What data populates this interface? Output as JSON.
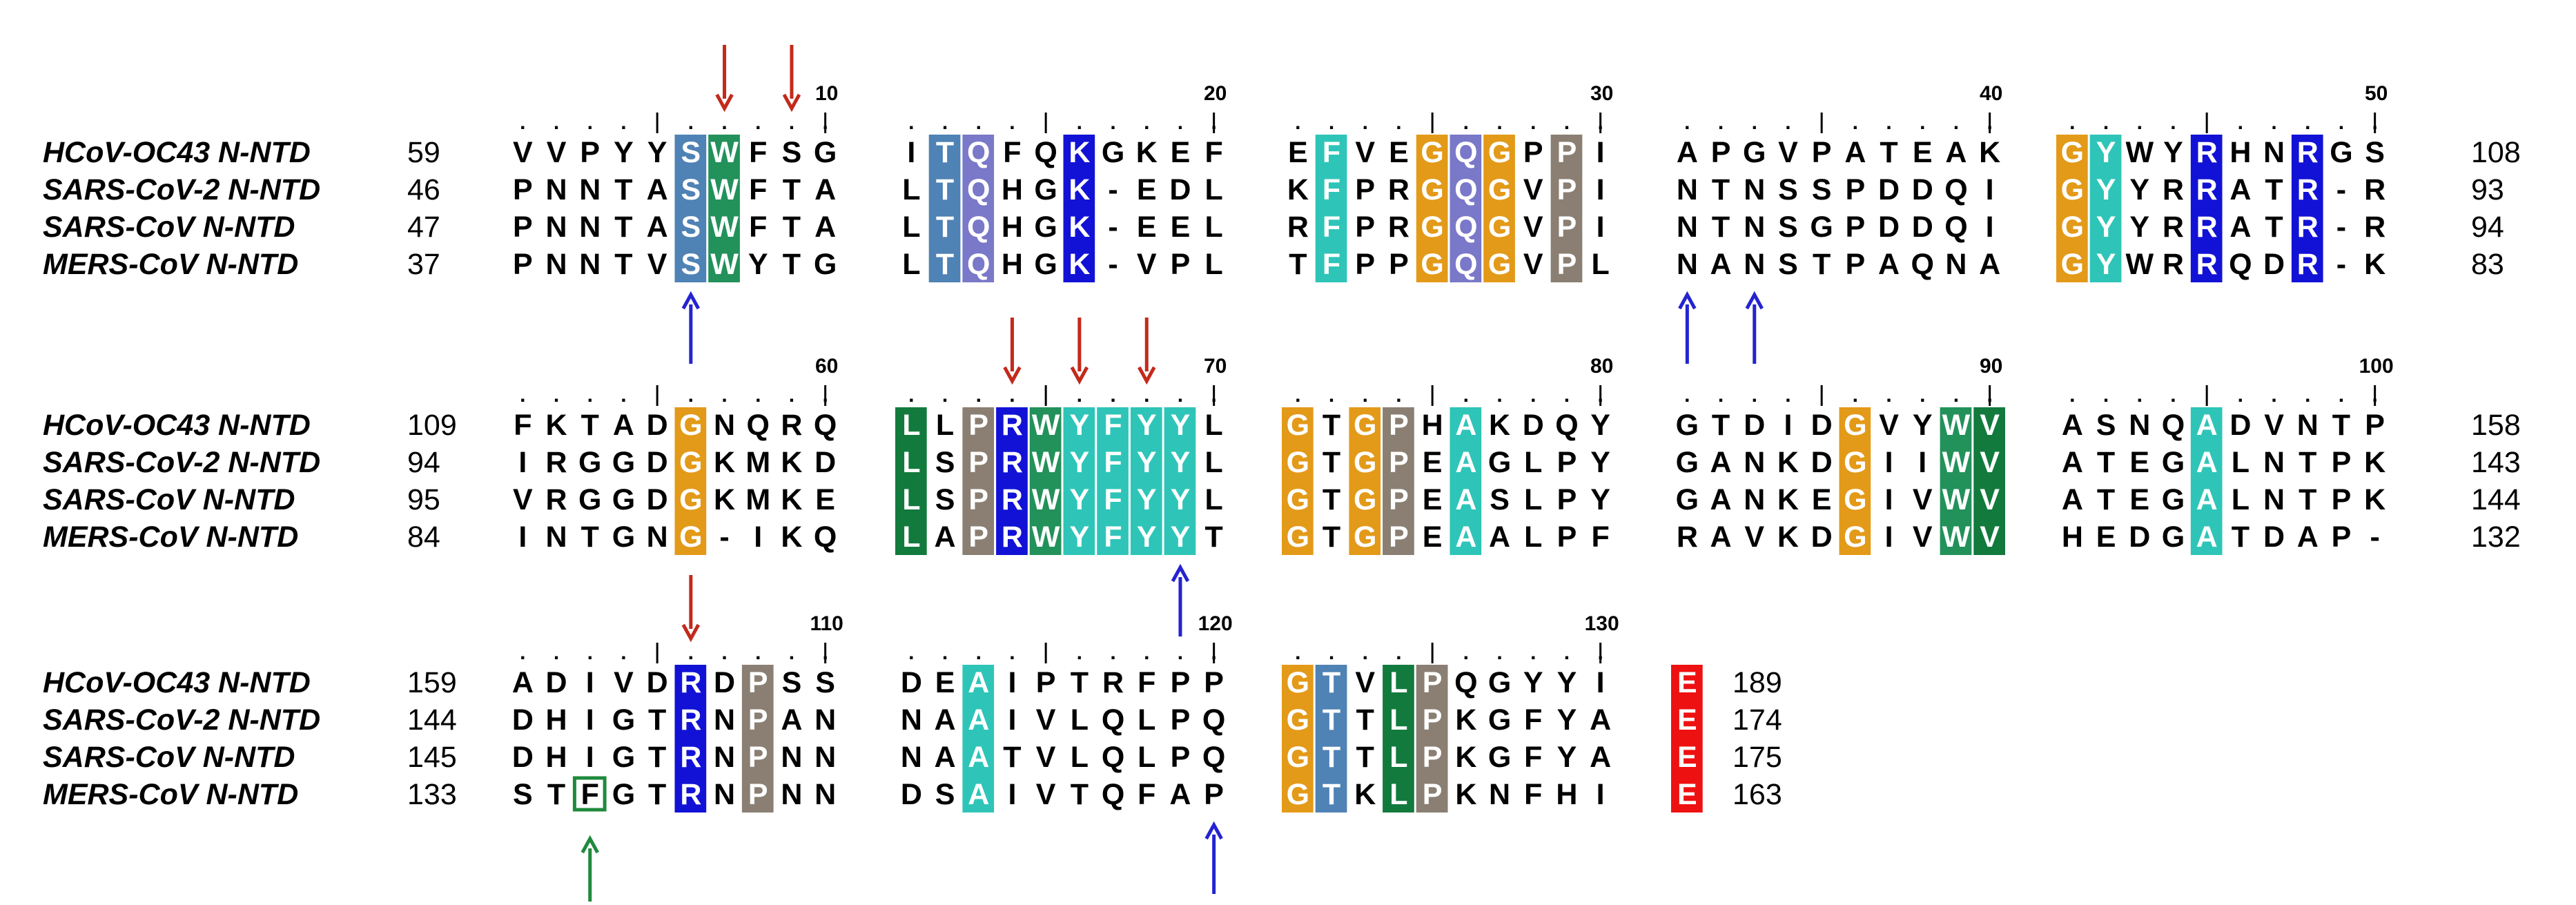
{
  "colors": {
    "orange": "#e39a19",
    "cyan": "#2ec5b8",
    "green": "#22915a",
    "darkgreen": "#127a3d",
    "steel": "#4f82b5",
    "purple": "#7a78c8",
    "blue": "#1212d6",
    "gray": "#8a7f72",
    "red": "#ee1111",
    "arrow_red": "#c32a1b",
    "arrow_blue": "#2424d0",
    "arrow_green": "#1f8a3c"
  },
  "blocks": [
    {
      "names": [
        "HCoV-OC43 N-NTD",
        "SARS-CoV-2 N-NTD",
        "SARS-CoV N-NTD",
        "MERS-CoV N-NTD"
      ],
      "starts": [
        "59",
        "46",
        "47",
        "37"
      ],
      "ends": [
        "108",
        "93",
        "94",
        "83"
      ],
      "groups": [
        [
          "VVPYYSWFSG",
          "PNNTASWFTA",
          "PNNTASWFTA",
          "PNNTVSWYTG"
        ],
        [
          "ITQFQKGKEF",
          "LTQHGK-EDL",
          "LTQHGK-EEL",
          "LTQHGK-VPL"
        ],
        [
          "EFVEGQGPPI",
          "KFPRGQGVPI",
          "RFPRGQGVPI",
          "TFPPGQGVPL"
        ],
        [
          "APGVPATEAK",
          "NTNSSPDDQI",
          "NTNSGPDDQI",
          "NANSTPAQNA"
        ],
        [
          "GYWYRHNRGS",
          "GYYRRATR-R",
          "GYYRRATR-R",
          "GYWRRQDR-K"
        ]
      ],
      "ruler": [
        "10",
        "20",
        "30",
        "40",
        "50"
      ],
      "highlights": [
        {
          "col": 5,
          "color": "steel"
        },
        {
          "col": 6,
          "color": "green"
        },
        {
          "col": 11,
          "color": "steel"
        },
        {
          "col": 12,
          "color": "purple"
        },
        {
          "col": 15,
          "color": "blue"
        },
        {
          "col": 21,
          "color": "cyan"
        },
        {
          "col": 24,
          "color": "orange"
        },
        {
          "col": 25,
          "color": "purple"
        },
        {
          "col": 26,
          "color": "orange"
        },
        {
          "col": 28,
          "color": "gray"
        },
        {
          "col": 40,
          "color": "orange"
        },
        {
          "col": 41,
          "color": "cyan"
        },
        {
          "col": 44,
          "color": "blue"
        },
        {
          "col": 47,
          "color": "blue"
        }
      ],
      "arrows_top": [
        {
          "col": 6,
          "color": "arrow_red"
        },
        {
          "col": 8,
          "color": "arrow_red"
        }
      ],
      "arrows_bottom": [
        {
          "col": 5,
          "color": "arrow_blue"
        },
        {
          "col": 30,
          "color": "arrow_blue"
        },
        {
          "col": 32,
          "color": "arrow_blue"
        }
      ]
    },
    {
      "names": [
        "HCoV-OC43 N-NTD",
        "SARS-CoV-2 N-NTD",
        "SARS-CoV N-NTD",
        "MERS-CoV N-NTD"
      ],
      "starts": [
        "109",
        "94",
        "95",
        "84"
      ],
      "ends": [
        "158",
        "143",
        "144",
        "132"
      ],
      "groups": [
        [
          "FKTADGNQRQ",
          "IRGGDGKMKD",
          "VRGGDGKMKE",
          "INTGNG-IKQ"
        ],
        [
          "LLPRWYFYYL",
          "LSPRWYFYYL",
          "LSPRWYFYYL",
          "LAPRWYFYYT"
        ],
        [
          "GTGPHAKDQY",
          "GTGPEAGLPY",
          "GTGPEASLPY",
          "GTGPEAALPF"
        ],
        [
          "GTDIDGVYWV",
          "GANKDGIIWV",
          "GANKEGIVWV",
          "RAVKDGIVWV"
        ],
        [
          "ASNQADVNTP",
          "ATEGALNTPK",
          "ATEGALNTPK",
          "HEDGATDAP-"
        ]
      ],
      "ruler": [
        "60",
        "70",
        "80",
        "90",
        "100"
      ],
      "highlights": [
        {
          "col": 5,
          "color": "orange"
        },
        {
          "col": 10,
          "color": "darkgreen"
        },
        {
          "col": 12,
          "color": "gray"
        },
        {
          "col": 13,
          "color": "blue"
        },
        {
          "col": 14,
          "color": "green"
        },
        {
          "col": 15,
          "color": "cyan"
        },
        {
          "col": 16,
          "color": "cyan"
        },
        {
          "col": 17,
          "color": "cyan"
        },
        {
          "col": 18,
          "color": "cyan"
        },
        {
          "col": 20,
          "color": "orange"
        },
        {
          "col": 22,
          "color": "orange"
        },
        {
          "col": 23,
          "color": "gray"
        },
        {
          "col": 25,
          "color": "cyan"
        },
        {
          "col": 35,
          "color": "orange"
        },
        {
          "col": 38,
          "color": "green"
        },
        {
          "col": 39,
          "color": "darkgreen"
        },
        {
          "col": 44,
          "color": "cyan"
        }
      ],
      "arrows_top": [
        {
          "col": 13,
          "color": "arrow_red"
        },
        {
          "col": 15,
          "color": "arrow_red"
        },
        {
          "col": 17,
          "color": "arrow_red"
        }
      ],
      "arrows_bottom": [
        {
          "col": 18,
          "color": "arrow_blue"
        }
      ]
    },
    {
      "names": [
        "HCoV-OC43 N-NTD",
        "SARS-CoV-2 N-NTD",
        "SARS-CoV N-NTD",
        "MERS-CoV N-NTD"
      ],
      "starts": [
        "159",
        "144",
        "145",
        "133"
      ],
      "ends": [
        "189",
        "174",
        "175",
        "163"
      ],
      "groups": [
        [
          "ADIVDRDPSS",
          "DHIGTRNPAN",
          "DHIGTRNPNN",
          "STFGTRNPNN"
        ],
        [
          "DEAIPTRFPP",
          "NAAIVLQLPQ",
          "NAATVLQLPQ",
          "DSAIVTQFAP"
        ],
        [
          "GTVLPQGYYI",
          "GTTLPKGFYA",
          "GTTLPKGFYA",
          "GTKLPKNFHI"
        ],
        [
          "E",
          "E",
          "E",
          "E"
        ]
      ],
      "ruler": [
        "110",
        "120",
        "130"
      ],
      "highlights": [
        {
          "col": 5,
          "color": "blue"
        },
        {
          "col": 7,
          "color": "gray"
        },
        {
          "col": 12,
          "color": "cyan"
        },
        {
          "col": 20,
          "color": "orange"
        },
        {
          "col": 21,
          "color": "steel"
        },
        {
          "col": 23,
          "color": "darkgreen"
        },
        {
          "col": 24,
          "color": "gray"
        },
        {
          "col": 30,
          "color": "red"
        }
      ],
      "boxed": [
        {
          "row": 3,
          "col": 2,
          "color": "arrow_green"
        }
      ],
      "arrows_top": [
        {
          "col": 5,
          "color": "arrow_red"
        }
      ],
      "arrows_bottom": [
        {
          "col": 19,
          "color": "arrow_blue"
        },
        {
          "col": 2,
          "color": "arrow_green",
          "below_all": true
        }
      ]
    }
  ]
}
